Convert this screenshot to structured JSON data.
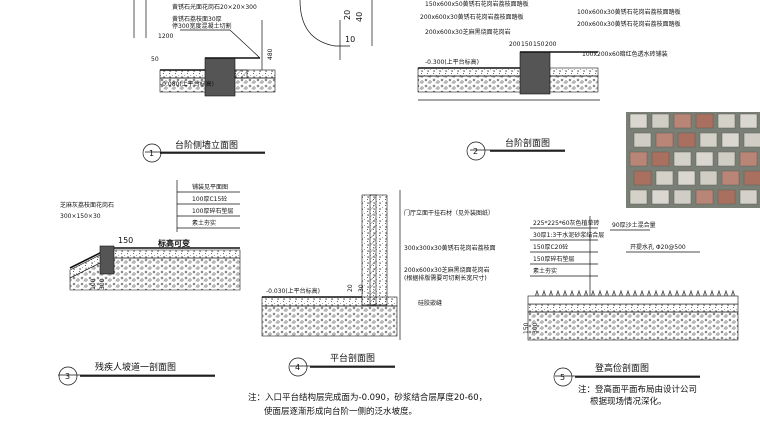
{
  "section1": {
    "number": "1",
    "title": "台阶侧墙立面图",
    "labels": [
      "黄锈石光面花岗石20×20×300",
      "黄锈石荔枝面30厚",
      "停300宽度混凝土切割",
      "1200"
    ],
    "level": "-0.080(上平台标高)",
    "dims": [
      "20",
      "40",
      "10",
      "80",
      "50",
      "480"
    ]
  },
  "section2": {
    "number": "2",
    "title": "台阶剖面图",
    "labels_left": [
      "150x600x50黄锈石花岗岩荔枝面踏板",
      "200x600x30黄锈石花岗岩荔枝面踏板",
      "200x600x30芝麻黑烧面花岗岩"
    ],
    "labels_right": [
      "100x600x30黄锈石花岗岩荔枝面踏板",
      "200x600x30黄锈石花岗岩荔枝面踏板",
      "100x200x60暗红色透水砖铺装"
    ],
    "dims": [
      "200",
      "150",
      "150",
      "200"
    ],
    "level": "-0.300(上平台标高)"
  },
  "section3": {
    "number": "3",
    "title": "残疾人坡道一剖面图",
    "stone": "芝麻灰荔枝面花岗石",
    "stone_size": "300×150×30",
    "layers": [
      "铺装见平面图",
      "100厚C15砼",
      "100厚碎石垫层",
      "素土夯实"
    ],
    "dims": [
      "150",
      "100",
      "300"
    ],
    "slope_note": "标高可变"
  },
  "section4": {
    "number": "4",
    "title": "平台剖面图",
    "labels": [
      "门厅立面干挂石材（见外装图纸）",
      "300x300x30黄锈石花岗岩荔枝面",
      "200x600x30芝麻黑烧面花岗岩",
      "(根据排版需要可切割长宽尺寸)",
      "硅胶嵌缝"
    ],
    "level": "-0.030(上平台标高)",
    "dims": [
      "20",
      "30"
    ]
  },
  "section5": {
    "number": "5",
    "title": "登高俭剖面图",
    "layers": [
      "225*225*60灰色植草砖",
      "30厚1:3干水泥砂浆结合层",
      "150厚C20砼",
      "150厚碎石垫层",
      "素土夯实"
    ],
    "right_labels": [
      "90厚沙土混合量",
      "开提水孔 Φ20@500"
    ],
    "dims": [
      "150",
      "300"
    ],
    "note": [
      "注：登高面平面布局由设计公司",
      "根据现场情况深化。"
    ]
  },
  "bottom_note": [
    "注：入口平台结构层完成面为-0.090，砂浆结合层厚度20-60，",
    "使面层逐渐形成向台阶一侧的泛水坡度。"
  ]
}
